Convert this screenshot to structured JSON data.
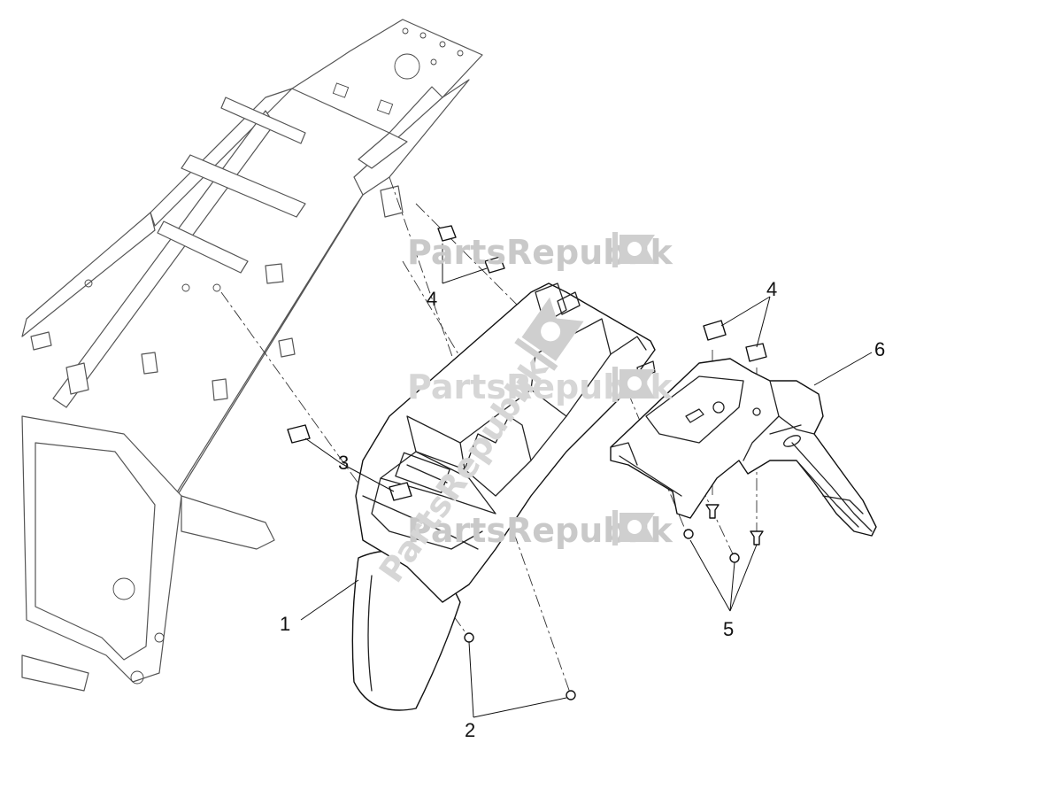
{
  "diagram": {
    "callouts": [
      {
        "id": "1",
        "label": "1"
      },
      {
        "id": "2",
        "label": "2"
      },
      {
        "id": "3",
        "label": "3"
      },
      {
        "id": "4a",
        "label": "4"
      },
      {
        "id": "4b",
        "label": "4"
      },
      {
        "id": "5",
        "label": "5"
      },
      {
        "id": "6",
        "label": "6"
      }
    ]
  },
  "watermark": {
    "text": "PartsRepublik",
    "icon": "gear-flag-icon",
    "color": "#c9c9c9"
  }
}
